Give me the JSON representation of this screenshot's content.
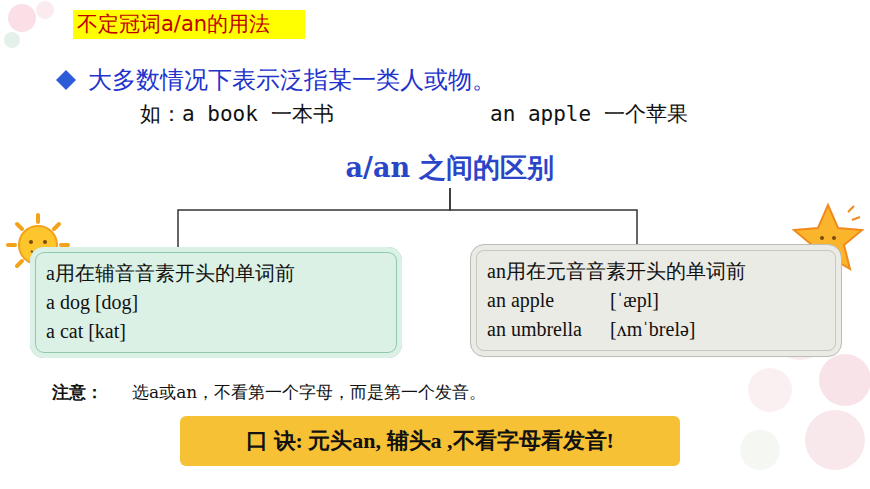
{
  "diagram": {
    "title": "不定冠词a/an的用法",
    "nodes": [
      {
        "text": [
          "a/an 之间的区别"
        ]
      },
      {
        "text": [
          "a用在辅音音素开头的单词前",
          "a dog [dog]",
          "a cat [kat]"
        ]
      },
      {
        "text": [
          "an用在元音音素开头的单词前",
          "an apple",
          "[ˈæpl]",
          "an umbrella",
          "[ʌmˈbrelə]"
        ]
      },
      {
        "text": [
          "口 诀: 元头an, 辅头a ,不看字母看发音!"
        ]
      }
    ],
    "edges": [
      {
        "from": 0,
        "to": 1,
        "arrow": "none"
      },
      {
        "from": 0,
        "to": 2,
        "arrow": "none"
      }
    ],
    "labels": [
      "大多数情况下表示泛指某一类人或物。",
      "如：a book 一本书",
      "an apple 一个苹果",
      "注意：",
      "选a或an，不看第一个字母，而是第一个发音。"
    ]
  }
}
